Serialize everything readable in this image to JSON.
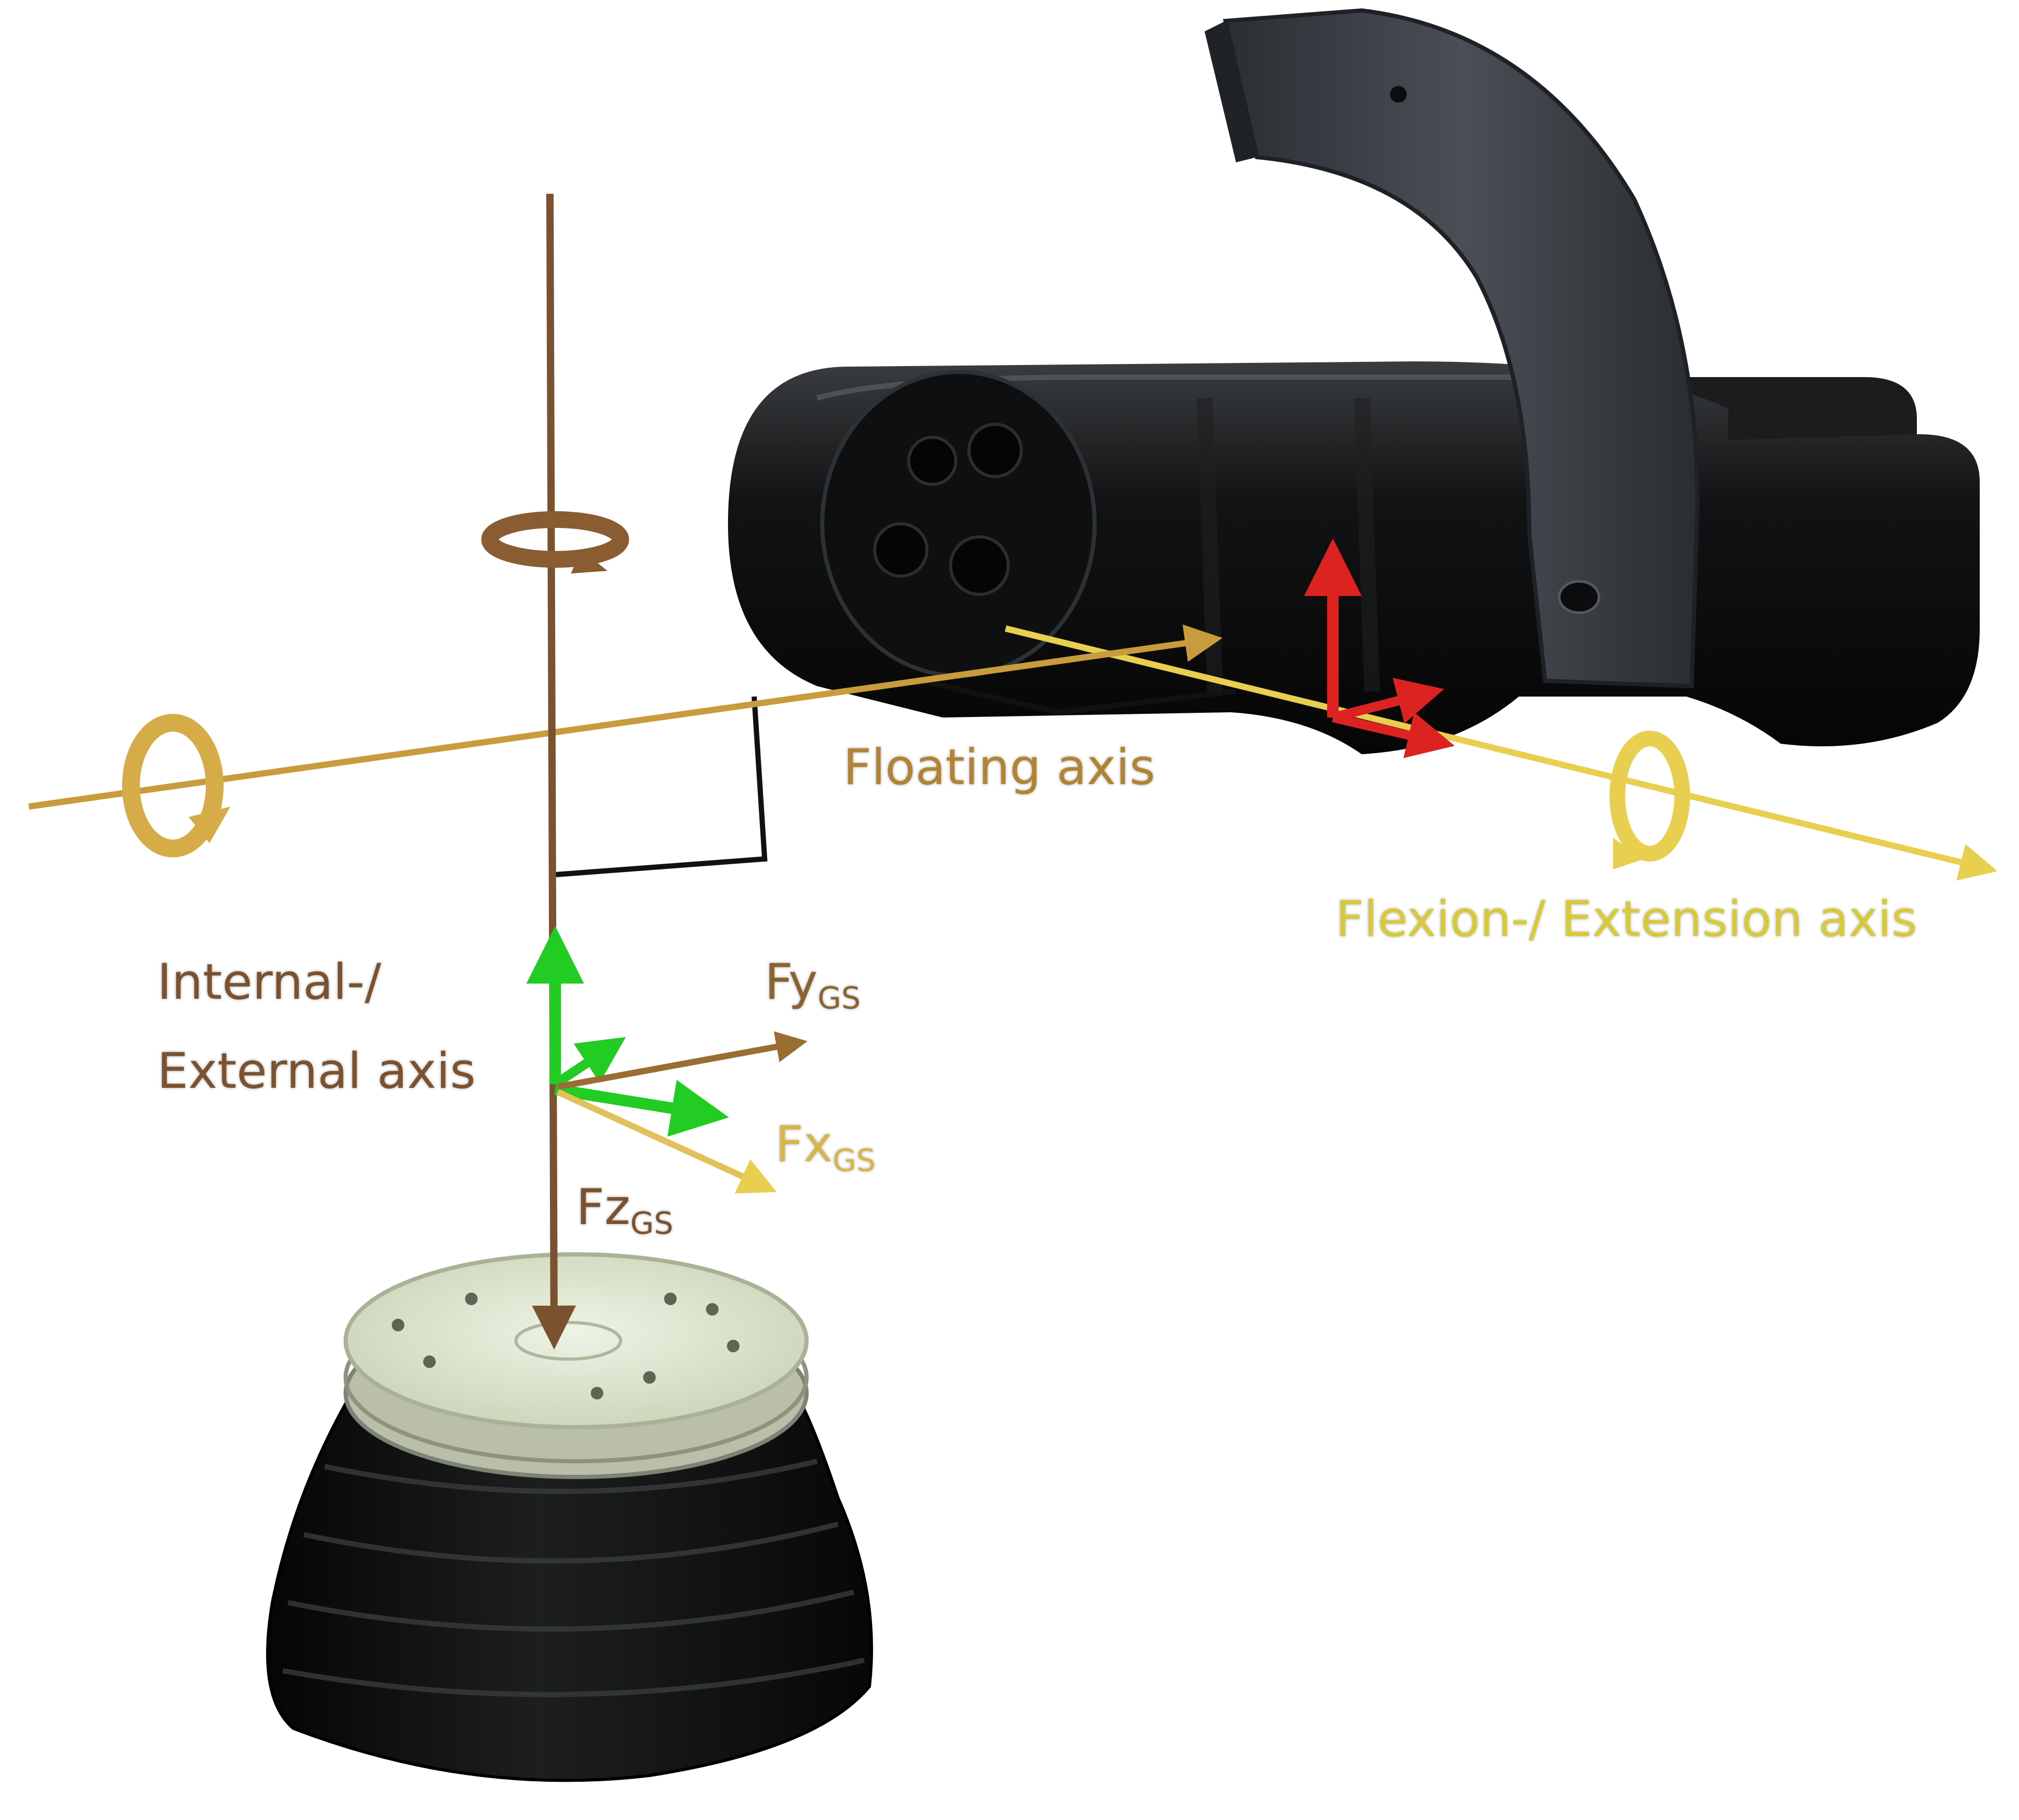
{
  "axes": {
    "internal_external": {
      "line1": "Internal-/",
      "line2": "External axis",
      "color": "#7a5230"
    },
    "floating": {
      "label": "Floating axis",
      "color": "#b08434"
    },
    "flexion_extension": {
      "label": "Flexion-/ Extension axis",
      "color": "#d8c93a"
    }
  },
  "forces": {
    "fy": {
      "symbol": "Fy",
      "sub": "GS",
      "color": "#8a6330"
    },
    "fx": {
      "symbol": "Fx",
      "sub": "GS",
      "color": "#d8b54a"
    },
    "fz": {
      "symbol": "Fz",
      "sub": "GS",
      "color": "#7a5230"
    }
  },
  "colors": {
    "local_frame_green": "#22cc22",
    "local_frame_red": "#dd2222",
    "sensor_plate": "#dfe8d0",
    "body_black": "#111111",
    "bracket_gray": "#3b3f45"
  }
}
